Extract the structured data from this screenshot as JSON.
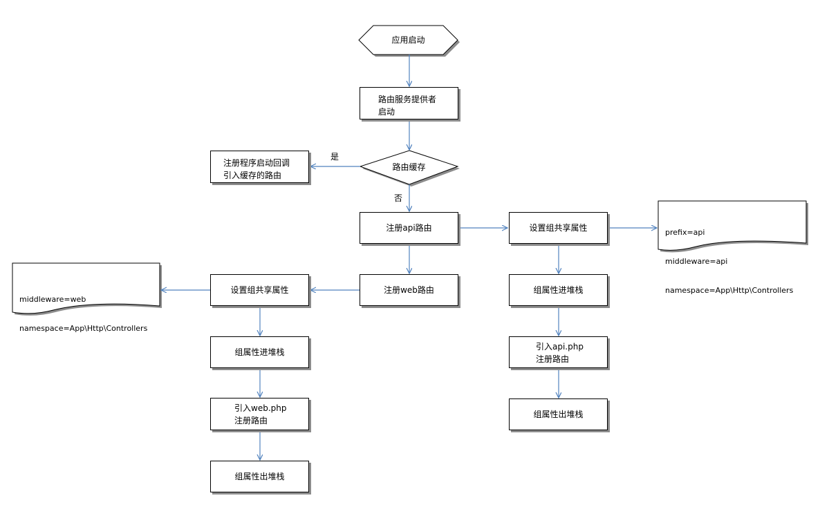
{
  "nodes": {
    "start": "应用启动",
    "provider": [
      "路由服务提供者",
      "启动"
    ],
    "decision": "路由缓存",
    "cached": [
      "注册程序启动回调",
      "引入缓存的路由"
    ],
    "reg_api": "注册api路由",
    "api_group_attr": "设置组共享属性",
    "api_doc": [
      "prefix=api",
      "middleware=api",
      "namespace=App\\Http\\Controllers"
    ],
    "api_push": "组属性进堆栈",
    "api_include": [
      "引入api.php",
      "注册路由"
    ],
    "api_pop": "组属性出堆栈",
    "reg_web": "注册web路由",
    "web_group_attr": "设置组共享属性",
    "web_doc": [
      "middleware=web",
      "namespace=App\\Http\\Controllers"
    ],
    "web_push": "组属性进堆栈",
    "web_include": [
      "引入web.php",
      "注册路由"
    ],
    "web_pop": "组属性出堆栈"
  },
  "edge_labels": {
    "yes": "是",
    "no": "否"
  },
  "colors": {
    "arrow": "#4f81bd",
    "border": "#000000",
    "shadow": "#8c8c8c"
  }
}
